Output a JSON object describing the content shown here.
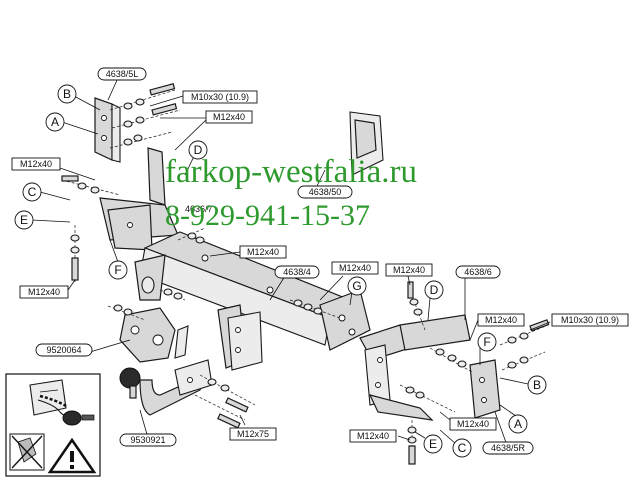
{
  "watermark": {
    "site": "farkop-westfalia.ru",
    "phone": "8-929-941-15-37"
  },
  "part_numbers": {
    "left_bracket": "4638/5L",
    "right_bracket": "4638/5R",
    "center_plate": "4638/50",
    "crossbar": "4638/4",
    "right_mount": "4638/6",
    "socket_plate": "9520064",
    "towball": "9530921",
    "hidden_part": "4636/7"
  },
  "bolts": {
    "tl_m10": "M10x30 (10.9)",
    "tl_m12": "M12x40",
    "left_m12_top": "M12x40",
    "left_m12_bottom": "M12x40",
    "center_m12": "M12x40",
    "g_m12": "M12x40",
    "right_m12": "M12x40",
    "right_m12_mid": "M12x40",
    "right_m10": "M10x30 (10.9)",
    "bottom_m12": "M12x40",
    "m12x75": "M12x75",
    "bottom_right_m12": "M12x40"
  },
  "letters": {
    "b_left": "B",
    "a_left": "A",
    "c_left": "C",
    "e_left": "E",
    "f_left": "F",
    "d_left": "D",
    "g": "G",
    "d_right": "D",
    "f_right": "F",
    "b_right": "B",
    "a_right": "A",
    "e_right": "E",
    "c_right": "C"
  }
}
